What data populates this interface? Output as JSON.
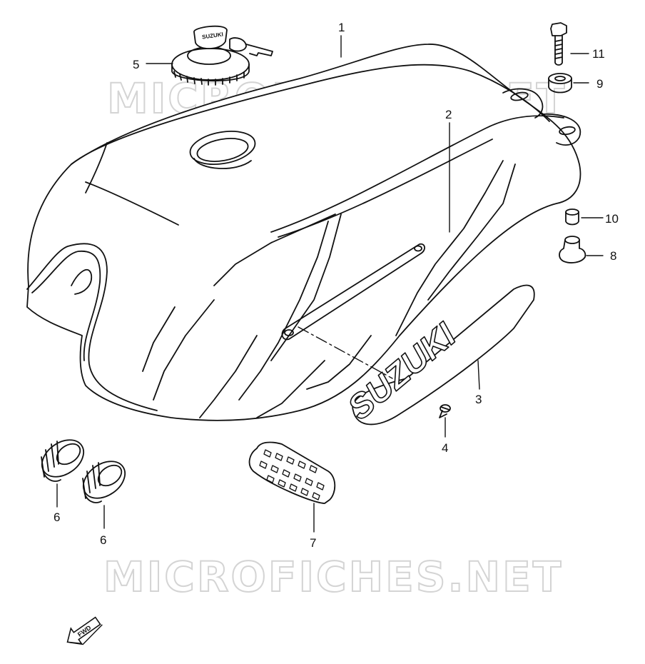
{
  "watermark": {
    "text": "MICROFICHES.NET",
    "color": "#d9d9d9"
  },
  "callouts": {
    "c1": "1",
    "c2": "2",
    "c3": "3",
    "c4": "4",
    "c5": "5",
    "c6a": "6",
    "c6b": "6",
    "c7": "7",
    "c8": "8",
    "c9": "9",
    "c10": "10",
    "c11": "11"
  },
  "emblem": {
    "text": "SUZUKI"
  },
  "cap_logo": {
    "text": "SUZUKI"
  },
  "fwd_arrow": {
    "label": "FWD"
  },
  "colors": {
    "line": "#111111",
    "background": "#ffffff"
  }
}
